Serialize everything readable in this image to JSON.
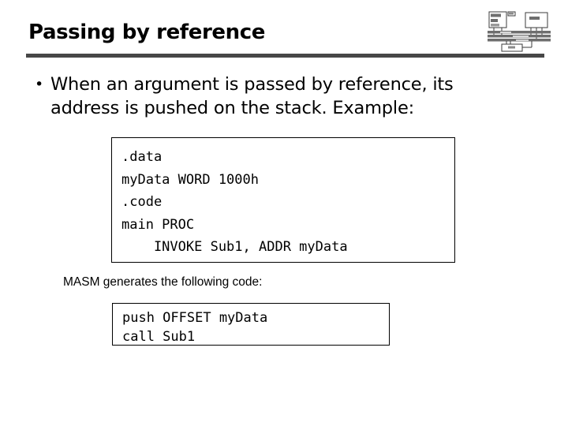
{
  "slide": {
    "title": "Passing by reference",
    "background_color": "#ffffff",
    "rule_color": "#474747"
  },
  "logo": {
    "name": "block-diagram-logo",
    "description": "computer architecture block diagram thumbnail"
  },
  "body": {
    "bullets": [
      {
        "marker": "•",
        "text": "When an argument is passed by reference, its address is pushed on the stack. Example:"
      }
    ]
  },
  "code_block_1": {
    "lines": [
      ".data",
      "myData WORD 1000h",
      ".code",
      "main PROC",
      "    INVOKE Sub1, ADDR myData"
    ],
    "text": ".data\nmyData WORD 1000h\n.code\nmain PROC\n    INVOKE Sub1, ADDR myData"
  },
  "caption": {
    "text": "MASM generates the following code:"
  },
  "code_block_2": {
    "lines": [
      "push OFFSET myData",
      "call Sub1"
    ],
    "text": "push OFFSET myData\ncall Sub1"
  }
}
